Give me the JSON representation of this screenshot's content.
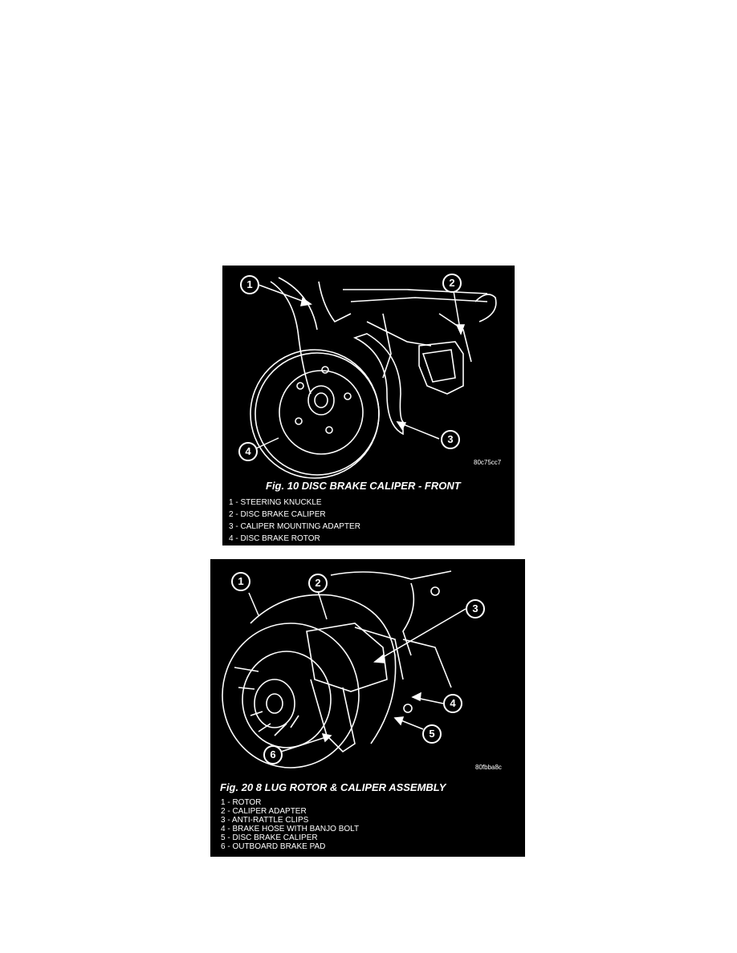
{
  "figures": [
    {
      "code": "80c75cc7",
      "caption": "Fig. 10 DISC BRAKE CALIPER - FRONT",
      "callouts": [
        "1",
        "2",
        "3",
        "4"
      ],
      "legend": [
        "1 - STEERING KNUCKLE",
        "2 - DISC BRAKE CALIPER",
        "3 - CALIPER MOUNTING ADAPTER",
        "4 - DISC BRAKE ROTOR"
      ]
    },
    {
      "code": "80fbba8c",
      "caption": "Fig. 20 8 LUG ROTOR & CALIPER ASSEMBLY",
      "callouts": [
        "1",
        "2",
        "3",
        "4",
        "5",
        "6"
      ],
      "legend": [
        "1 - ROTOR",
        "2 - CALIPER ADAPTER",
        "3 - ANTI-RATTLE CLIPS",
        "4 - BRAKE HOSE WITH BANJO BOLT",
        "5 - DISC BRAKE CALIPER",
        "6 - OUTBOARD BRAKE PAD"
      ]
    }
  ]
}
